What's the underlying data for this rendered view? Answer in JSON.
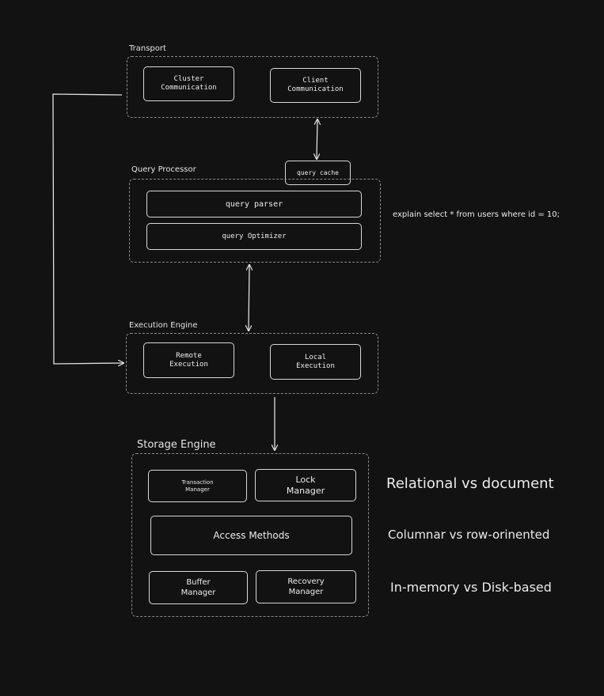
{
  "transport": {
    "title": "Transport",
    "cluster_communication": "Cluster\nCommunication",
    "client_communication": "Client\nCommunication"
  },
  "query_cache": "query cache",
  "query_processor": {
    "title": "Query Processor",
    "query_parser": "query parser",
    "query_optimizer": "query Optimizer"
  },
  "sql_example": "explain select * from users where id = 10;",
  "execution_engine": {
    "title": "Execution Engine",
    "remote_execution": "Remote\nExecution",
    "local_execution": "Local\nExecution"
  },
  "storage_engine": {
    "title": "Storage Engine",
    "transaction_manager": "Transaction\nManager",
    "lock_manager": "Lock\nManager",
    "access_methods": "Access Methods",
    "buffer_manager": "Buffer\nManager",
    "recovery_manager": "Recovery\nManager"
  },
  "comparisons": [
    "Relational vs document",
    "Columnar vs row-orinented",
    "In-memory vs Disk-based"
  ]
}
